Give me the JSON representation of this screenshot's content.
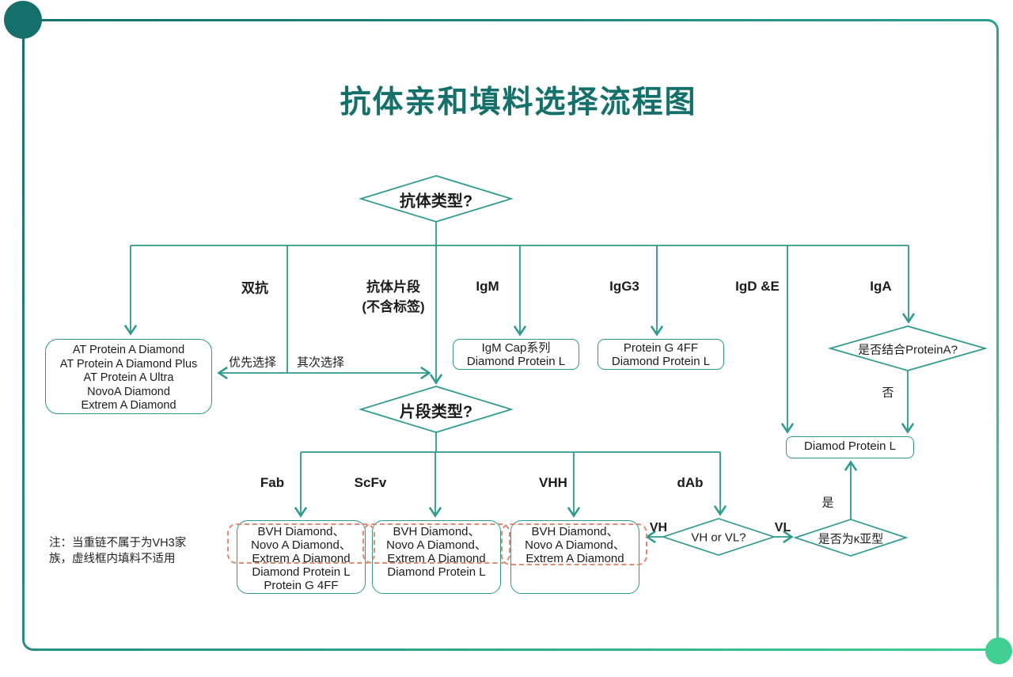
{
  "page": {
    "title": "抗体亲和填料选择流程图"
  },
  "colors": {
    "line": "#2b9b8d",
    "title": "#14706a",
    "accent_mint": "#3fd092",
    "dashed_warning": "#e08a70"
  },
  "decisions": {
    "antibody_type": "抗体类型?",
    "fragment_type": "片段类型?",
    "binds_protein_a": "是否结合ProteinA?",
    "vh_or_vl": "VH or VL?",
    "kappa_subtype": "是否为κ亚型"
  },
  "branch_labels": {
    "bispecific": "双抗",
    "fragment_line1": "抗体片段",
    "fragment_line2": "(不含标签)",
    "igm": "IgM",
    "igg3": "IgG3",
    "igde": "IgD &E",
    "iga": "IgA",
    "preferred": "优先选择",
    "secondary": "其次选择",
    "fab": "Fab",
    "scfv": "ScFv",
    "vhh": "VHH",
    "dab": "dAb",
    "vh": "VH",
    "vl": "VL",
    "yes": "是",
    "no": "否"
  },
  "boxes": {
    "protein_a": {
      "lines": [
        "AT Protein A Diamond",
        "AT Protein A Diamond Plus",
        "AT Protein A Ultra",
        "NovoA Diamond",
        "Extrem A Diamond"
      ]
    },
    "igm": {
      "lines": [
        "IgM Cap系列",
        "Diamond Protein L"
      ]
    },
    "igg3": {
      "lines": [
        "Protein G 4FF",
        "Diamond Protein L"
      ]
    },
    "diamond_protein_l": {
      "lines": [
        "Diamod Protein L"
      ]
    },
    "fab": {
      "dashed_lines": [
        "BVH Diamond、",
        "Novo A Diamond、",
        "Extrem A Diamond"
      ],
      "lines": [
        "Diamond Protein L",
        "Protein G 4FF"
      ]
    },
    "scfv": {
      "dashed_lines": [
        "BVH Diamond、",
        "Novo A Diamond、",
        "Extrem A Diamond"
      ],
      "lines": [
        "Diamond Protein L"
      ]
    },
    "vhh": {
      "dashed_lines": [
        "BVH Diamond、",
        "Novo A Diamond、",
        "Extrem A Diamond"
      ],
      "lines": []
    }
  },
  "note": {
    "line1": "注：当重链不属于为VH3家",
    "line2": "族，虚线框内填料不适用"
  }
}
